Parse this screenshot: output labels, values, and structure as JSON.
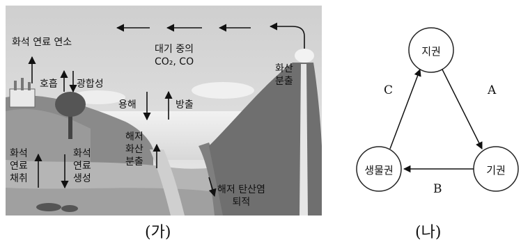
{
  "panel_ga": {
    "caption": "(가)",
    "labels": {
      "fossil_combustion": "화석 연료 연소",
      "atmosphere": "대기 중의\nCO₂, CO",
      "volcano": "화산\n분출",
      "respiration": "호흡",
      "photosynthesis": "광합성",
      "dissolution": "용해",
      "release": "방출",
      "seafloor_volcano": "해저\n화산\n분출",
      "fossil_mining": "화석\n연료\n채취",
      "fossil_formation": "화석\n연료\n생성",
      "carbonate": "해저 탄산염\n퇴적"
    }
  },
  "panel_na": {
    "caption": "(나)",
    "nodes": {
      "geosphere": "지권",
      "atmosphere": "기권",
      "biosphere": "생물권"
    },
    "edges": {
      "a": "A",
      "b": "B",
      "c": "C"
    }
  }
}
